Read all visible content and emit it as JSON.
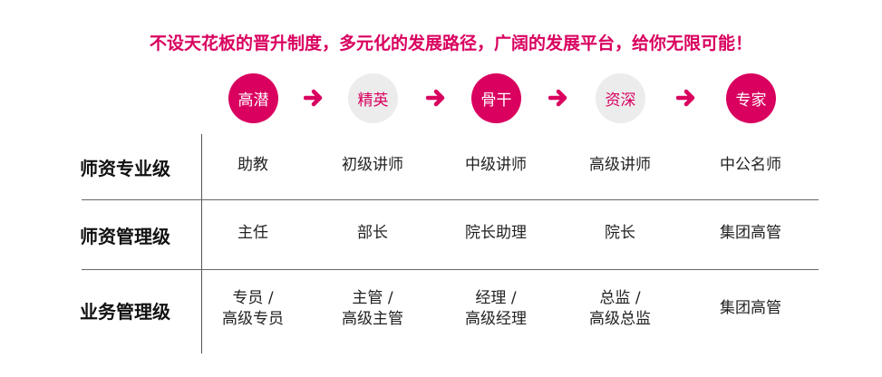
{
  "title": "不设天花板的晋升制度，多元化的发展路径，广阔的发展平台，给你无限可能！",
  "colors": {
    "accent": "#d9005f",
    "inactive": "#ececec"
  },
  "stages": [
    {
      "label": "高潜",
      "active": true
    },
    {
      "label": "精英",
      "active": false
    },
    {
      "label": "骨干",
      "active": true
    },
    {
      "label": "资深",
      "active": false
    },
    {
      "label": "专家",
      "active": true
    }
  ],
  "rows": [
    {
      "label": "师资专业级",
      "cells": [
        "助教",
        "初级讲师",
        "中级讲师",
        "高级讲师",
        "中公名师"
      ]
    },
    {
      "label": "师资管理级",
      "cells": [
        "主任",
        "部长",
        "院长助理",
        "院长",
        "集团高管"
      ]
    },
    {
      "label": "业务管理级",
      "cells": [
        "专员 /\n高级专员",
        "主管 /\n高级主管",
        "经理 /\n高级经理",
        "总监 /\n高级总监",
        "集团高管"
      ]
    }
  ]
}
